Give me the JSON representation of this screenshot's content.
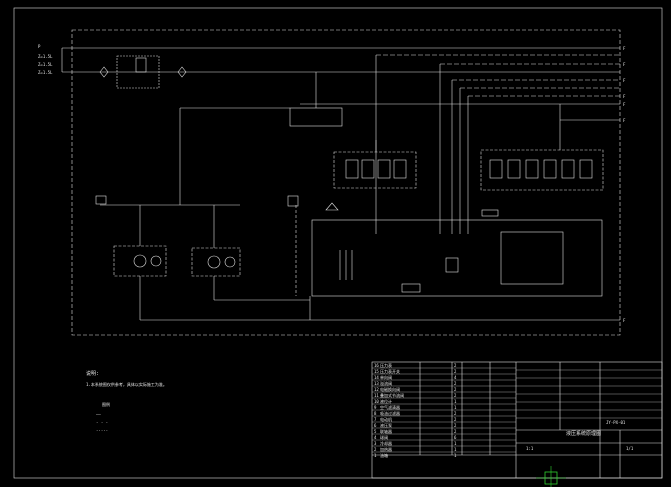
{
  "colors": {
    "background": "#000000",
    "line": "#e0e0e0",
    "accent_green": "#2fd12f"
  },
  "notes": {
    "heading": "说明:",
    "line1": "1.本系统图仅供参考，具体以实际施工为准。"
  },
  "legend": {
    "title": "图例",
    "items": [
      "——",
      "- - -",
      "-·-·-"
    ]
  },
  "left_labels": [
    "P",
    "Z=1.5L",
    "Z=1.5L",
    "Z=1.5L"
  ],
  "right_outlets": [
    "F",
    "F",
    "F",
    "F",
    "F",
    "F",
    "F"
  ],
  "title_block": {
    "project": "液压系统原理图",
    "drawing_no": "JY-PX-01",
    "scale": "1:1",
    "sheet": "1/1"
  },
  "parts_table": {
    "rows": [
      {
        "no": "16",
        "name": "压力表",
        "qty": "2"
      },
      {
        "no": "15",
        "name": "压力表开关",
        "qty": "2"
      },
      {
        "no": "14",
        "name": "单向阀",
        "qty": "4"
      },
      {
        "no": "13",
        "name": "溢流阀",
        "qty": "2"
      },
      {
        "no": "12",
        "name": "电磁换向阀",
        "qty": "2"
      },
      {
        "no": "11",
        "name": "叠加式节流阀",
        "qty": "2"
      },
      {
        "no": "10",
        "name": "液位计",
        "qty": "1"
      },
      {
        "no": "9",
        "name": "空气滤清器",
        "qty": "1"
      },
      {
        "no": "8",
        "name": "吸油过滤器",
        "qty": "2"
      },
      {
        "no": "7",
        "name": "电动机",
        "qty": "2"
      },
      {
        "no": "6",
        "name": "液压泵",
        "qty": "2"
      },
      {
        "no": "5",
        "name": "联轴器",
        "qty": "2"
      },
      {
        "no": "4",
        "name": "球阀",
        "qty": "6"
      },
      {
        "no": "3",
        "name": "冷却器",
        "qty": "1"
      },
      {
        "no": "2",
        "name": "加热器",
        "qty": "1"
      },
      {
        "no": "1",
        "name": "油箱",
        "qty": "1"
      }
    ]
  }
}
